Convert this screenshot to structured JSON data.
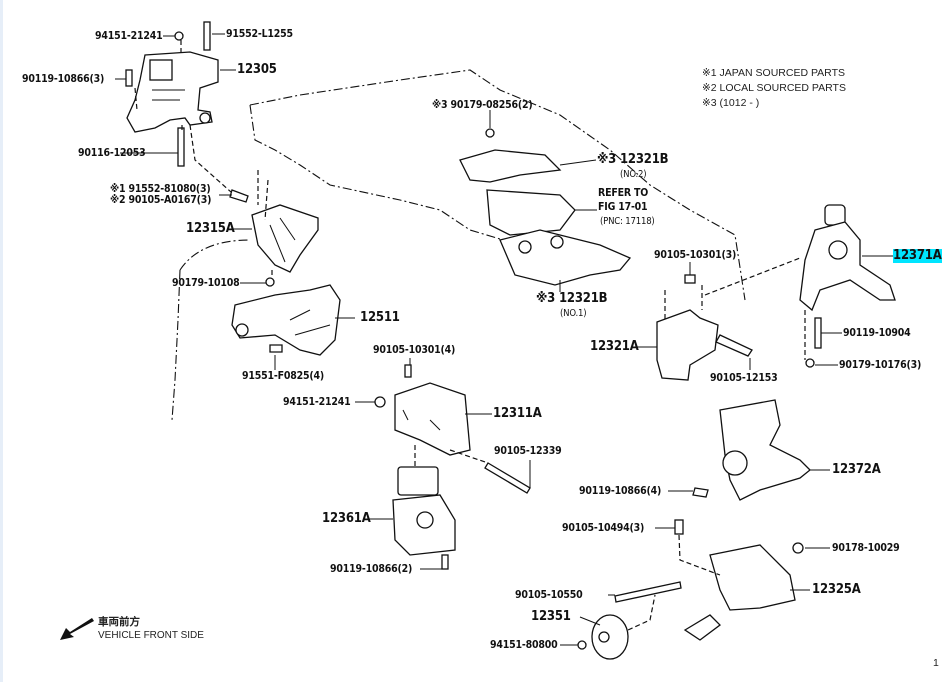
{
  "diagram": {
    "title": "Engine Mounting",
    "page_number": "1",
    "highlight_color": "#00e5ff",
    "notes": [
      "※1 JAPAN SOURCED PARTS",
      "※2 LOCAL SOURCED PARTS",
      "※3 (1012 -        )"
    ],
    "direction": {
      "jp": "車両前方",
      "en": "VEHICLE FRONT SIDE",
      "icon": "arrow-down-left-icon"
    },
    "labels": {
      "p94151_21241_top": "94151-21241",
      "p91552_L1255": "91552-L1255",
      "p90119_10866_3": "90119-10866(3)",
      "p12305": "12305",
      "p90116_12053": "90116-12053",
      "p91552_81080": "※1 91552-81080(3)",
      "p90105_A0167": "※2 90105-A0167(3)",
      "p12315A": "12315A",
      "p90179_10108": "90179-10108",
      "p12511": "12511",
      "p91551_F0825": "91551-F0825(4)",
      "p90105_10301_4": "90105-10301(4)",
      "p94151_21241_mid": "94151-21241",
      "p12311A": "12311A",
      "p90105_12339": "90105-12339",
      "p12361A": "12361A",
      "p90119_10866_2": "90119-10866(2)",
      "p90179_08256": "※3 90179-08256(2)",
      "p12321B_no2": "※3 12321B",
      "p12321B_no2_sub": "(NO.2)",
      "refer_1": "REFER TO",
      "refer_2": "FIG 17-01",
      "refer_3": "(PNC: 17118)",
      "p12321B_no1": "※3 12321B",
      "p12321B_no1_sub": "(NO.1)",
      "p90105_10301_3": "90105-10301(3)",
      "p12321A": "12321A",
      "p90105_12153": "90105-12153",
      "p12371A": "12371A",
      "p90119_10904": "90119-10904",
      "p90179_10176": "90179-10176(3)",
      "p12372A": "12372A",
      "p90119_10866_4": "90119-10866(4)",
      "p90105_10494": "90105-10494(3)",
      "p90178_10029": "90178-10029",
      "p90105_10550": "90105-10550",
      "p12325A": "12325A",
      "p12351": "12351",
      "p94151_80800": "94151-80800"
    }
  }
}
